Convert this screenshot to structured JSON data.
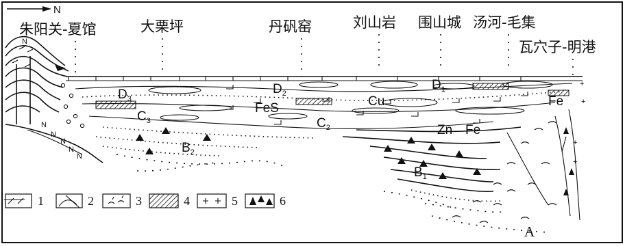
{
  "north_arrow": {
    "label": "N"
  },
  "places": [
    {
      "id": "zhuyangguan",
      "label": "朱阳关-夏馆"
    },
    {
      "id": "dalieping",
      "label": "大栗坪"
    },
    {
      "id": "danfanyao",
      "label": "丹矾窑"
    },
    {
      "id": "liushanyan",
      "label": "刘山岩"
    },
    {
      "id": "weishancheng",
      "label": "围山城"
    },
    {
      "id": "tanghe",
      "label": "汤河-毛集"
    },
    {
      "id": "waxuezi",
      "label": "瓦穴子-明港"
    }
  ],
  "units": {
    "d3": {
      "main": "D",
      "sub": "3"
    },
    "d2": {
      "main": "D",
      "sub": "2"
    },
    "d1": {
      "main": "D",
      "sub": "1"
    },
    "c3": {
      "main": "C",
      "sub": "3"
    },
    "c2": {
      "main": "C",
      "sub": "2"
    },
    "b2": {
      "main": "B",
      "sub": "2"
    },
    "b1": {
      "main": "B",
      "sub": "1"
    }
  },
  "ores": {
    "fes": "FeS",
    "cu": "Cu",
    "zn": "Zn",
    "fe_mid": "Fe",
    "fe_east": "Fe"
  },
  "marker_a": "A",
  "legend": [
    {
      "number": "1",
      "symbol": "schist"
    },
    {
      "number": "2",
      "symbol": "folded-rock"
    },
    {
      "number": "3",
      "symbol": "volcanic"
    },
    {
      "number": "4",
      "symbol": "hatched-ore"
    },
    {
      "number": "5",
      "symbol": "granite-plus"
    },
    {
      "number": "6",
      "symbol": "breccia-triangles"
    }
  ]
}
